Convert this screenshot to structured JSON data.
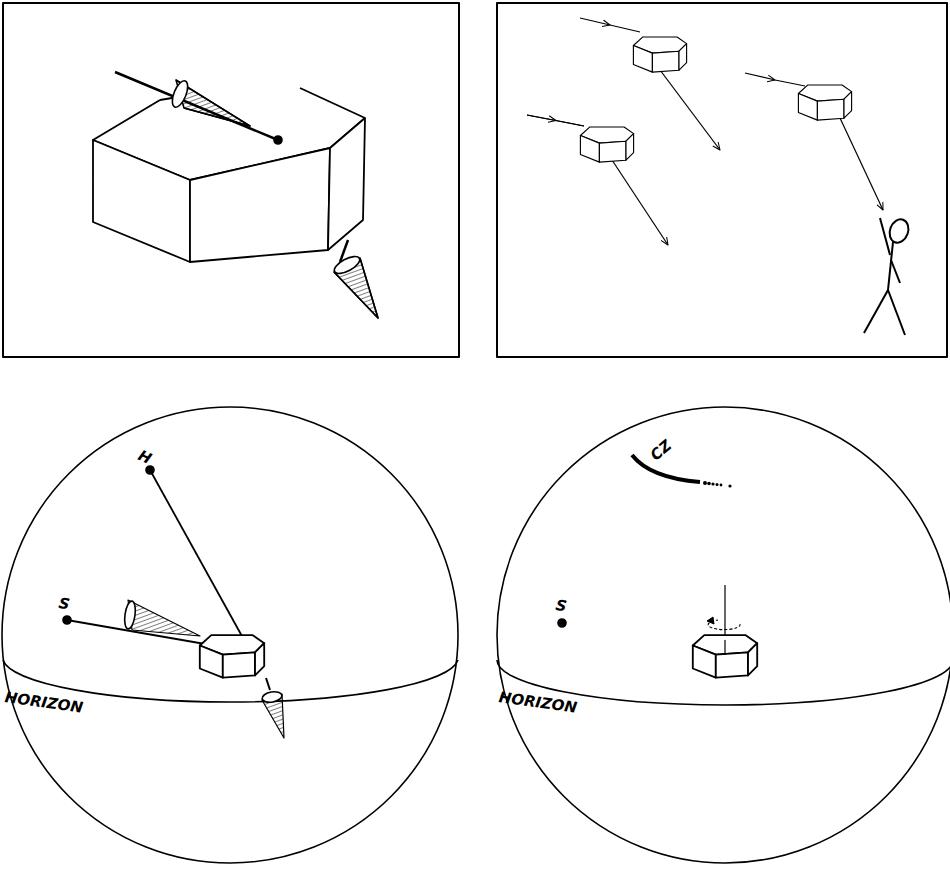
{
  "diagram": {
    "labels": [
      "H",
      "S",
      "HORIZON",
      "CZ",
      "S",
      "HORIZON"
    ]
  }
}
